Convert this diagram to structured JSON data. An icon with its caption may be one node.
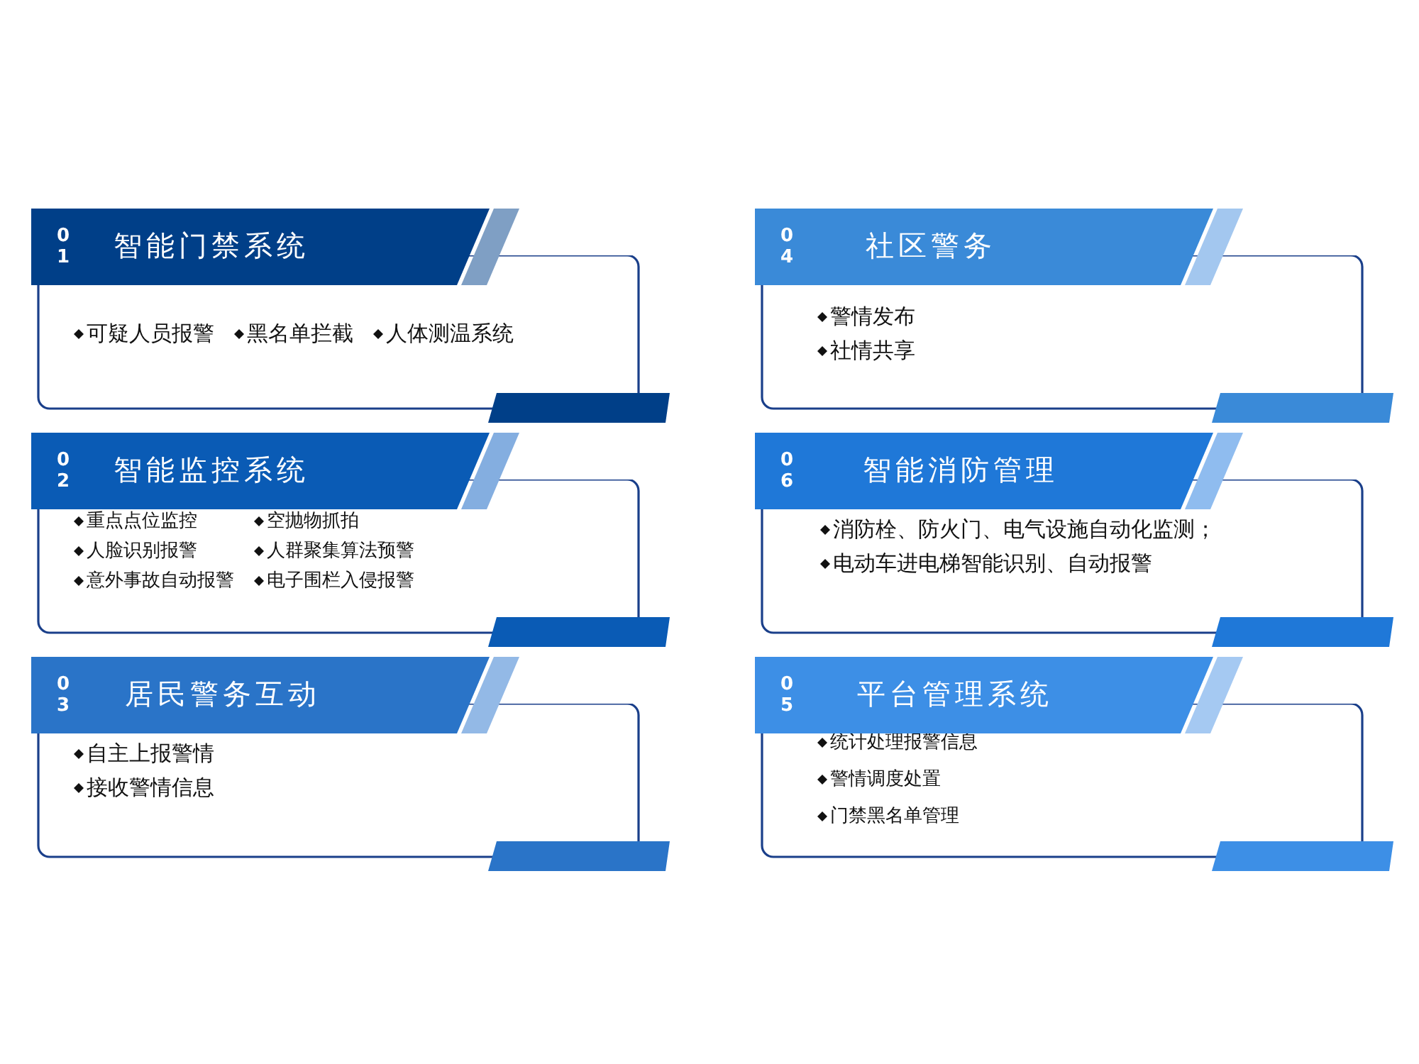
{
  "diagram": {
    "nodes": [
      {
        "text": [
          "01",
          "智能门禁系统"
        ]
      },
      {
        "text": [
          "可疑人员报警",
          "黑名单拦截",
          "人体测温系统"
        ]
      },
      {
        "text": [
          "04",
          "社区警务"
        ]
      },
      {
        "text": [
          "警情发布",
          "社情共享"
        ]
      },
      {
        "text": [
          "02",
          "智能监控系统"
        ]
      },
      {
        "text": [
          "重点点位监控",
          "空抛物抓拍",
          "人脸识别报警",
          "人群聚集算法预警",
          "意外事故自动报警",
          "电子围栏入侵报警"
        ]
      },
      {
        "text": [
          "06",
          "智能消防管理"
        ]
      },
      {
        "text": [
          "消防栓、防火门、电气设施自动化监测；",
          "电动车进电梯智能识别、自动报警"
        ]
      },
      {
        "text": [
          "03",
          "居民警务互动"
        ]
      },
      {
        "text": [
          "自主上报警情",
          "接收警情信息"
        ]
      },
      {
        "text": [
          "05",
          "平台管理系统"
        ]
      },
      {
        "text": [
          "统计处理报警信息",
          "警情调度处置",
          "门禁黑名单管理"
        ]
      }
    ]
  }
}
